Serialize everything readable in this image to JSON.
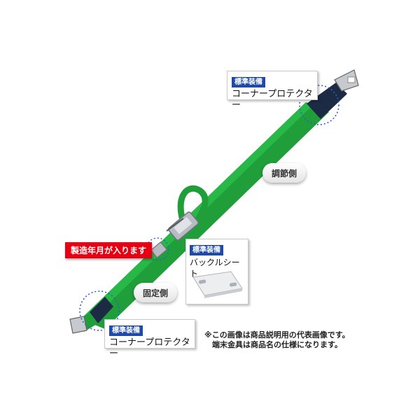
{
  "labels": {
    "top_protector": {
      "badge": "標準装備",
      "text": "コーナープロテクター"
    },
    "bottom_protector": {
      "badge": "標準装備",
      "text": "コーナープロテクター"
    },
    "buckle_sheet": {
      "badge": "標準装備",
      "text": "バックルシート"
    }
  },
  "pills": {
    "adjust_side": "調節側",
    "fixed_side": "固定側"
  },
  "red_tag": "製造年月が入ります",
  "note": {
    "line1": "※この画像は商品説明用の代表画像です。",
    "line2": "端末金具は商品名の仕様になります。"
  },
  "colors": {
    "belt": "#1f9e3a",
    "protector": "#1c2a44",
    "badge": "#1f4aa8",
    "red_tag": "#e60012"
  }
}
